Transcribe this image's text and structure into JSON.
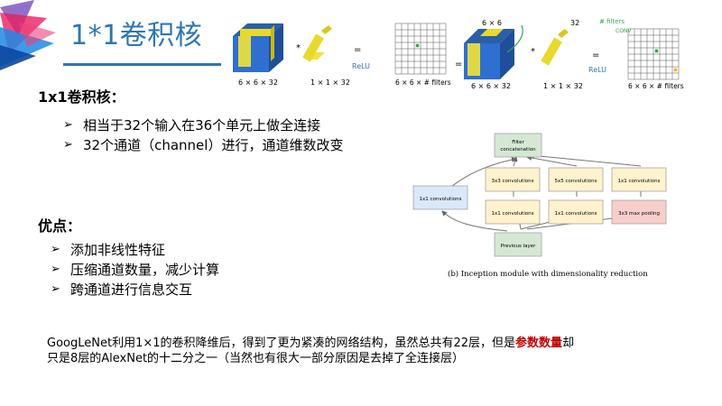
{
  "title": "1*1卷积核",
  "section1": {
    "heading": "1x1卷积核：",
    "bullets": [
      "相当于32个输入在36个单元上做全连接",
      "32个通道（channel）进行，通道维数改变"
    ]
  },
  "section2": {
    "heading": "优点：",
    "bullets": [
      "添加非线性特征",
      "压缩通道数量，减少计算",
      "跨通道进行信息交互"
    ]
  },
  "paragraph": {
    "part1": "GoogLeNet利用1×1的卷积降维后，得到了更为紧凑的网络结构，虽然总共有22层，但是",
    "highlight": "参数数量",
    "part2": "却只是8层的AlexNet的十二分之一（当然也有很大一部分原因是去掉了全连接层）"
  },
  "conv_figure": {
    "volume_label": "6 × 6 × 32",
    "filter_label": "1 × 1 × 32",
    "output_label": "6 × 6 × # filters",
    "relu": "ReLU",
    "times": "*",
    "equals": "=",
    "top_label": "6 × 6",
    "handwritten_32": "32",
    "handwritten_filters": "# filters",
    "handwritten_conv": "CONV"
  },
  "inception": {
    "filter_concat": [
      "Filter",
      "concatenation"
    ],
    "conv_3x3": "3x3 convolutions",
    "conv_5x5": "5x5 convolutions",
    "conv_1x1_right": "1x1 convolutions",
    "conv_1x1_left": "1x1 convolutions",
    "conv_1x1_a": "1x1 convolutions",
    "conv_1x1_b": "1x1 convolutions",
    "max_pool": "3x3 max pooling",
    "previous": "Previous layer",
    "caption": "(b) Inception module with dimensionality reduction"
  },
  "colors": {
    "title": "#2e75b6",
    "highlight": "#c00000",
    "concat_box": "#d5e8d4",
    "prev_box": "#d5e8d4",
    "conv_blue": "#dae8fc",
    "conv_yellow": "#fff2cc",
    "pool_red": "#f8cecc"
  }
}
